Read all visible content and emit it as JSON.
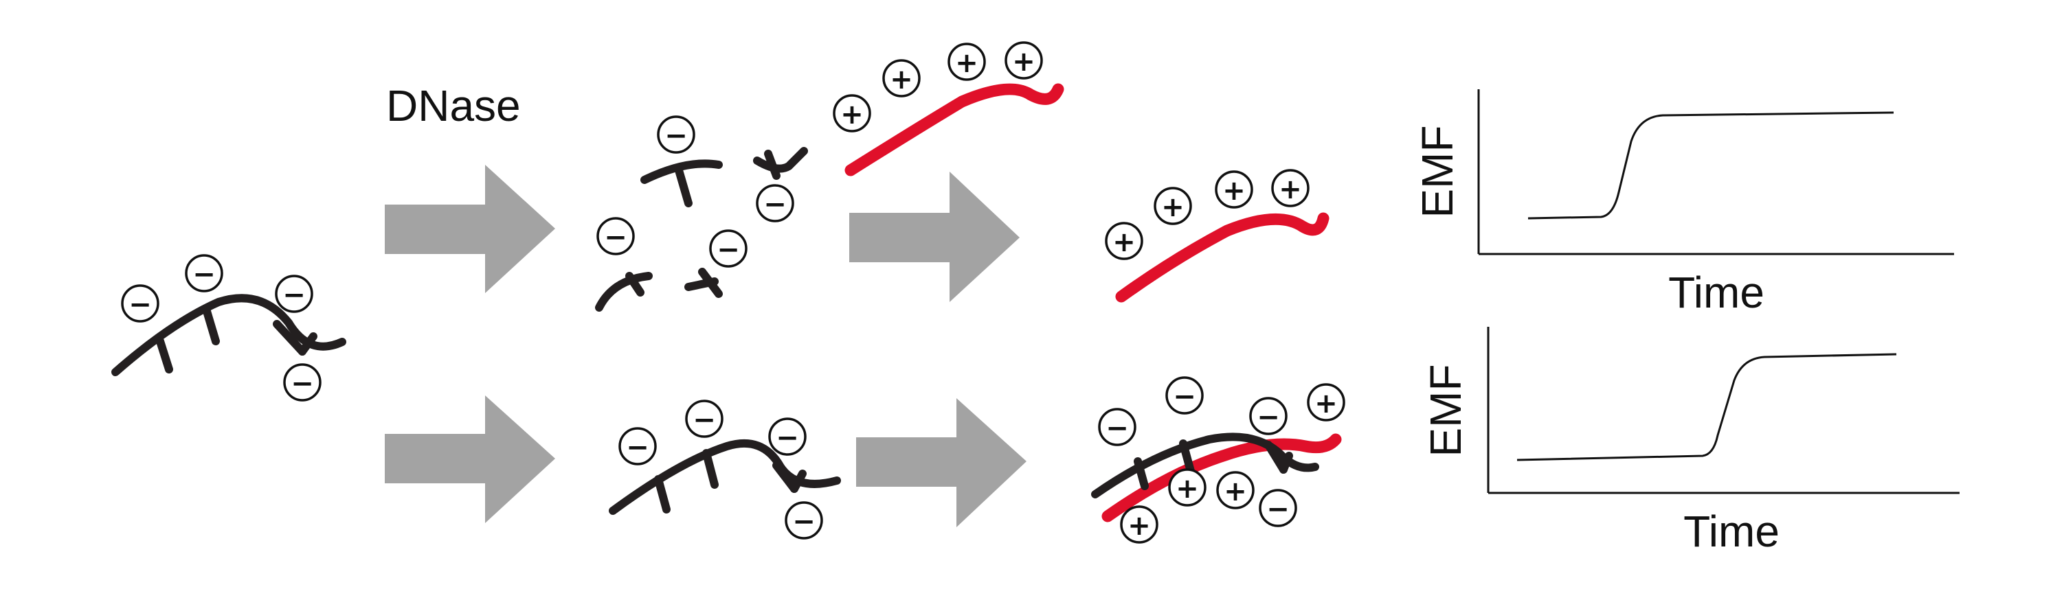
{
  "labels": {
    "enzyme": "DNase",
    "graph_top_y": "EMF",
    "graph_top_x": "Time",
    "graph_bottom_y": "EMF",
    "graph_bottom_x": "Time"
  },
  "charges": {
    "negative": "−",
    "positive": "+"
  },
  "colors": {
    "dna_strand": "#231f20",
    "polycation": "#e0102a",
    "arrow": "#a3a3a3",
    "curve": "#111111"
  }
}
